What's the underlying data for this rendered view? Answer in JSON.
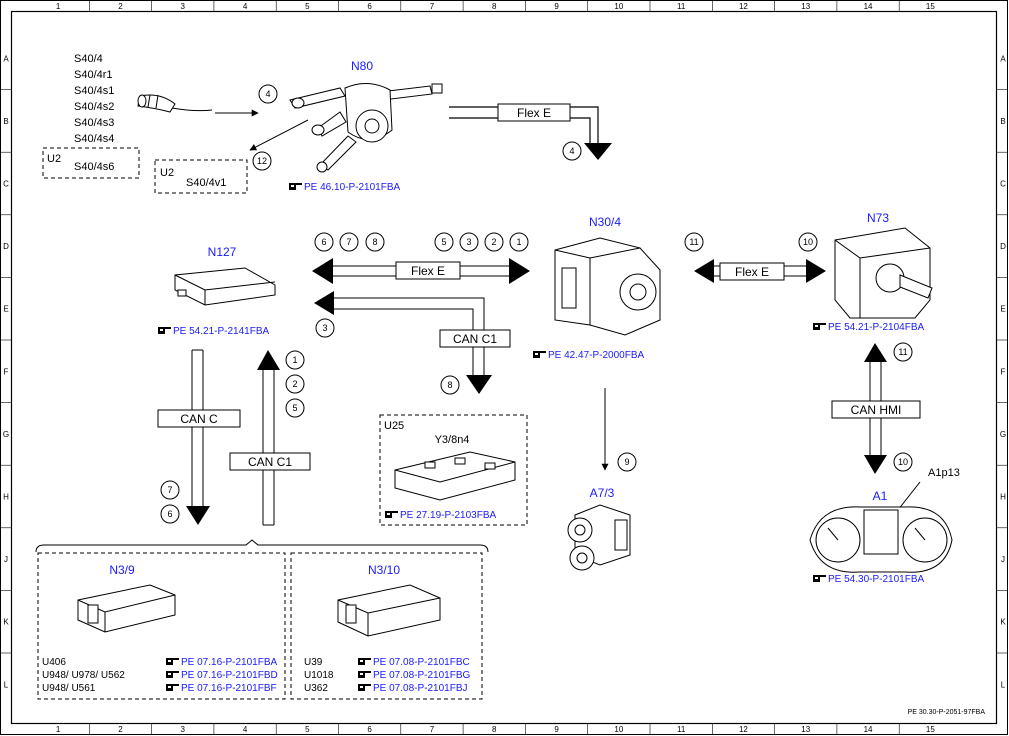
{
  "grid": {
    "columns": [
      "1",
      "2",
      "3",
      "4",
      "5",
      "6",
      "7",
      "8",
      "9",
      "10",
      "11",
      "12",
      "13",
      "14",
      "15"
    ],
    "rows": [
      "A",
      "B",
      "C",
      "D",
      "E",
      "F",
      "G",
      "H",
      "J",
      "K",
      "L"
    ]
  },
  "footer_ref": "PE 30.30-P-2051-97FBA",
  "steering_switches": [
    "S40/4",
    "S40/4r1",
    "S40/4s1",
    "S40/4s2",
    "S40/4s3",
    "S40/4s4"
  ],
  "u2_group_a": {
    "code": "U2",
    "item": "S40/4s6"
  },
  "u2_group_b": {
    "code": "U2",
    "item": "S40/4v1"
  },
  "components": {
    "n80": {
      "label": "N80",
      "ref": "PE 46.10-P-2101FBA"
    },
    "n127": {
      "label": "N127",
      "ref": "PE 54.21-P-2141FBA"
    },
    "n30_4": {
      "label": "N30/4",
      "ref": "PE 42.47-P-2000FBA"
    },
    "n73": {
      "label": "N73",
      "ref": "PE 54.21-P-2104FBA"
    },
    "u25": {
      "code": "U25",
      "label": "Y3/8n4",
      "ref": "PE 27.19-P-2103FBA"
    },
    "a7_3": {
      "label": "A7/3"
    },
    "a1": {
      "label": "A1",
      "sub": "A1p13",
      "ref": "PE 54.30-P-2101FBA"
    },
    "n3_9": {
      "label": "N3/9",
      "rows": [
        {
          "code": "U406",
          "ref": "PE 07.16-P-2101FBA"
        },
        {
          "code": "U948/ U978/ U562",
          "ref": "PE 07.16-P-2101FBD"
        },
        {
          "code": "U948/ U561",
          "ref": "PE 07.16-P-2101FBF"
        }
      ]
    },
    "n3_10": {
      "label": "N3/10",
      "rows": [
        {
          "code": "U39",
          "ref": "PE 07.08-P-2101FBC"
        },
        {
          "code": "U1018",
          "ref": "PE 07.08-P-2101FBG"
        },
        {
          "code": "U362",
          "ref": "PE 07.08-P-2101FBJ"
        }
      ]
    }
  },
  "buses": {
    "flex_top": "Flex E",
    "flex_mid": "Flex E",
    "flex_right": "Flex E",
    "can_c1_mid": "CAN C1",
    "can_c": "CAN C",
    "can_c1_left": "CAN C1",
    "can_hmi": "CAN HMI"
  },
  "steps": {
    "s4a": "4",
    "s12": "12",
    "s4b": "4",
    "d6": "6",
    "d7": "7",
    "d8": "8",
    "d5": "5",
    "d3": "3",
    "d2": "2",
    "d1": "1",
    "e3": "3",
    "f8": "8",
    "s11a": "11",
    "s10a": "10",
    "l1": "1",
    "l2": "2",
    "l5": "5",
    "l7": "7",
    "l6": "6",
    "s9": "9",
    "s11b": "11",
    "s10b": "10"
  }
}
